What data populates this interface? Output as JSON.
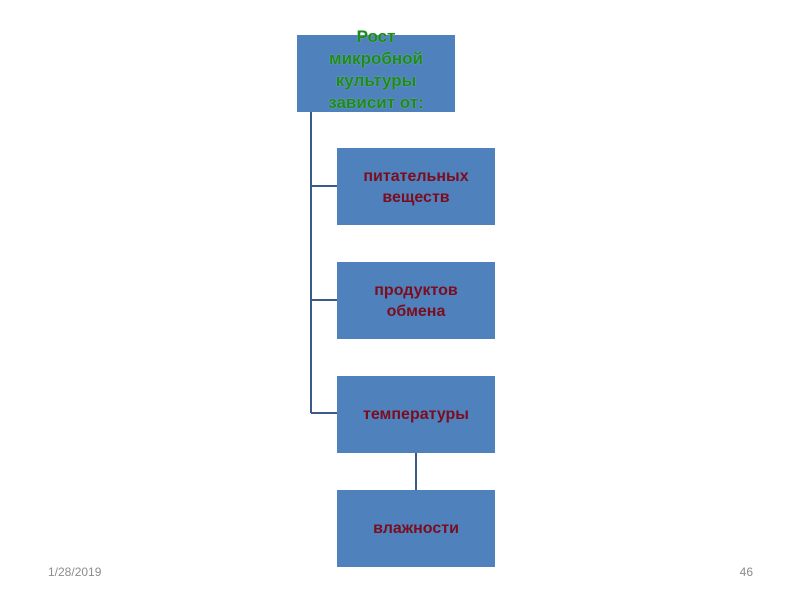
{
  "diagram": {
    "root": "Рост\nмикробной\nкультуры\nзависит от:",
    "children": [
      "питательных\nвеществ",
      "продуктов\nобмена",
      "температуры",
      "влажности"
    ]
  },
  "footer": {
    "date": "1/28/2019",
    "page": "46"
  },
  "colors": {
    "box_fill": "#4f81bd",
    "root_text": "#1d8a1d",
    "child_text": "#7b0d1e",
    "connector": "#3b5b8a"
  }
}
